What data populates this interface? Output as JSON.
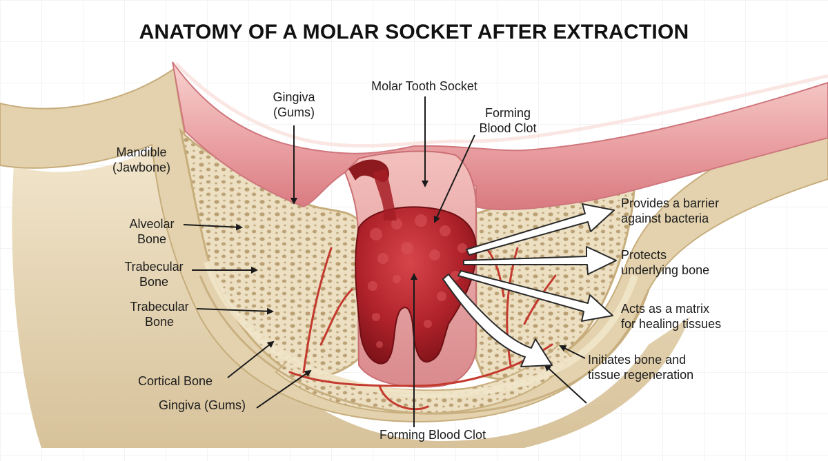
{
  "title": "ANATOMY OF A MOLAR SOCKET AFTER EXTRACTION",
  "labels": {
    "molar_socket": "Molar Tooth Socket",
    "gingiva_top": [
      "Gingiva",
      "(Gums)"
    ],
    "forming_clot_top": [
      "Forming",
      "Blood Clot"
    ],
    "mandible": [
      "Mandible",
      "(Jawbone)"
    ],
    "alveolar": [
      "Alveolar",
      "Bone"
    ],
    "trabecular_1": [
      "Trabecular",
      "Bone"
    ],
    "trabecular_2": [
      "Trabecular",
      "Bone"
    ],
    "cortical": "Cortical Bone",
    "gingiva_bottom": "Gingiva (Gums)",
    "forming_clot_bottom": "Forming Blood Clot"
  },
  "functions": [
    [
      "Provides a barrier",
      "against bacteria"
    ],
    [
      "Protects",
      "underlying bone"
    ],
    [
      "Acts as a matrix",
      "for healing tissues"
    ],
    [
      "Initiates bone and",
      "tissue regeneration"
    ]
  ],
  "colors": {
    "bone": "#eadcbd",
    "bone_dark": "#d9c49a",
    "gum": "#e8959a",
    "gum_light": "#f3c4c2",
    "clot": "#b3242a",
    "clot_dark": "#7a1116",
    "vessel": "#c43a2e"
  }
}
